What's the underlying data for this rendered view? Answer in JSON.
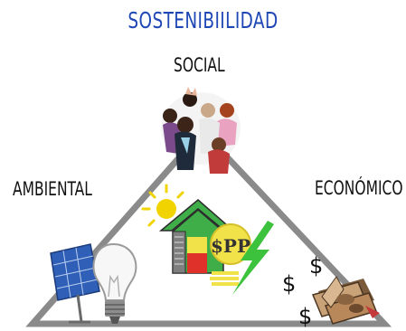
{
  "title": "SOSTENIBIILIDAD",
  "labels": {
    "social": "SOCIAL",
    "ambiental": "AMBIENTAL",
    "economico": "ECONÓMICO"
  },
  "money_symbols": [
    "$",
    "$",
    "$"
  ],
  "coin_text": "$PP",
  "colors": {
    "title": "#1e46b4",
    "triangle": "#8a8a8a",
    "house_green": "#3fae49",
    "house_red": "#e0302a",
    "coin_yellow": "#f2e24a",
    "bolt_green": "#3cc23c",
    "sun": "#f1d300",
    "solar_panel": "#2f5fb6"
  },
  "icons": [
    "people-group-icon",
    "solar-panel-icon",
    "light-bulb-icon",
    "sun-icon",
    "eco-house-icon",
    "coin-icon",
    "lightning-bolt-icon",
    "money-bills-icon"
  ]
}
